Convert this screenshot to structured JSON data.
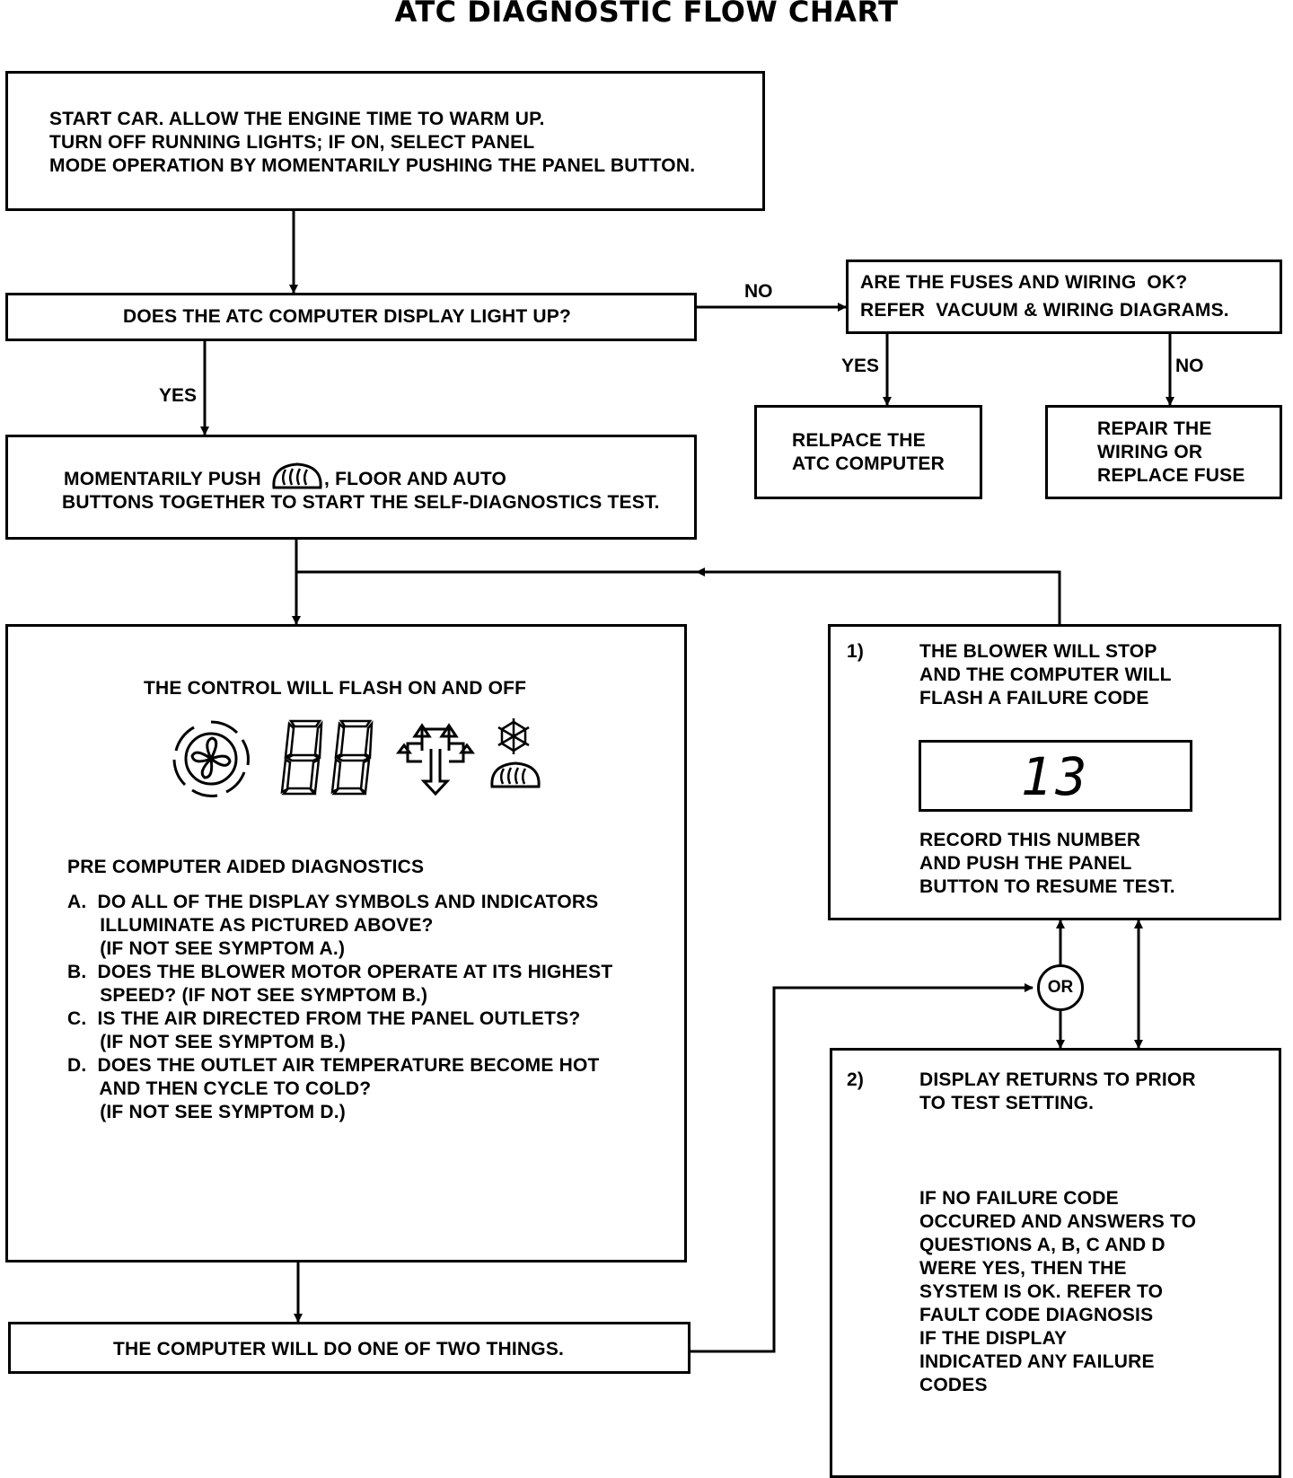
{
  "title": "ATC DIAGNOSTIC FLOW CHART",
  "boxes": {
    "start": "START CAR. ALLOW THE ENGINE TIME TO WARM UP.\nTURN OFF RUNNING LIGHTS; IF ON, SELECT PANEL\nMODE OPERATION BY MOMENTARILY PUSHING THE PANEL BUTTON.",
    "display_light": "DOES THE ATC COMPUTER DISPLAY LIGHT UP?",
    "fuses": "ARE THE FUSES AND WIRING  OK?\nREFER  VACUUM & WIRING DIAGRAMS.",
    "replace_computer": "RELPACE THE\nATC COMPUTER",
    "repair_wiring": "REPAIR THE\nWIRING OR\nREPLACE FUSE",
    "push_before": "MOMENTARILY PUSH",
    "push_after": ", FLOOR AND AUTO",
    "push_line2": "BUTTONS TOGETHER TO START THE SELF-DIAGNOSTICS TEST.",
    "control_flash": "THE CONTROL WILL FLASH ON AND OFF",
    "pre_title": "PRE COMPUTER AIDED DIAGNOSTICS",
    "questions": "A.  DO ALL OF THE DISPLAY SYMBOLS AND INDICATORS\n      ILLUMINATE AS PICTURED ABOVE?\n      (IF NOT SEE SYMPTOM A.)\nB.  DOES THE BLOWER MOTOR OPERATE AT ITS HIGHEST\n      SPEED? (IF NOT SEE SYMPTOM B.)\nC.  IS THE AIR DIRECTED FROM THE PANEL OUTLETS?\n      (IF NOT SEE SYMPTOM B.)\nD.  DOES THE OUTLET AIR TEMPERATURE BECOME HOT\n      AND THEN CYCLE TO COLD?\n      (IF NOT SEE SYMPTOM D.)",
    "two_things": "THE COMPUTER WILL DO ONE OF TWO THINGS.",
    "blower_num": "1)",
    "blower": "THE BLOWER WILL STOP\nAND THE COMPUTER WILL\nFLASH A FAILURE CODE",
    "code": "13",
    "record": "RECORD THIS NUMBER\nAND PUSH THE PANEL\nBUTTON TO RESUME TEST.",
    "returns_num": "2)",
    "returns": "DISPLAY RETURNS TO PRIOR\nTO TEST SETTING.",
    "no_failure": "IF NO FAILURE CODE\nOCCURED AND ANSWERS TO\nQUESTIONS A, B, C AND D\nWERE YES, THEN THE\nSYSTEM IS OK. REFER TO\nFAULT CODE DIAGNOSIS\nIF THE DISPLAY\nINDICATED ANY FAILURE\nCODES"
  },
  "labels": {
    "no_display": "NO",
    "yes_display": "YES",
    "yes_fuses": "YES",
    "no_fuses": "NO",
    "or": "OR"
  },
  "icons": {
    "rear_defrost": "rear-defrost-icon",
    "fan": "fan-icon",
    "digits": "seven-segment-88-icon",
    "mode": "airflow-mode-icon",
    "ac": "snowflake-icon"
  }
}
